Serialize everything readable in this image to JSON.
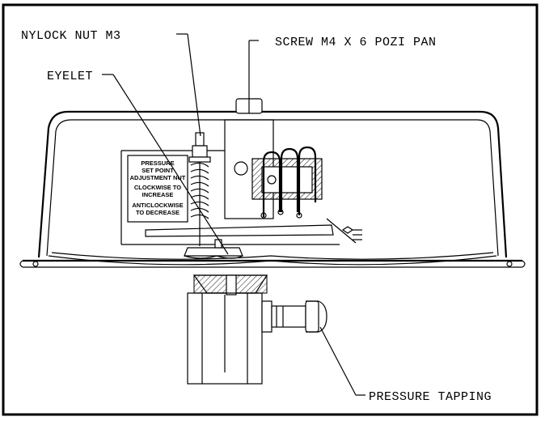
{
  "labels": {
    "nylock_nut": "NYLOCK NUT M3",
    "screw": "SCREW M4 X 6 POZI PAN",
    "eyelet": "EYELET",
    "pressure_tapping": "PRESSURE TAPPING"
  },
  "plate": {
    "line1": "PRESSURE",
    "line2": "SET POINT",
    "line3": "ADJUSTMENT NUT",
    "line4": "CLOCKWISE TO",
    "line5": "INCREASE",
    "line6": "ANTICLOCKWISE",
    "line7": "TO DECREASE"
  }
}
